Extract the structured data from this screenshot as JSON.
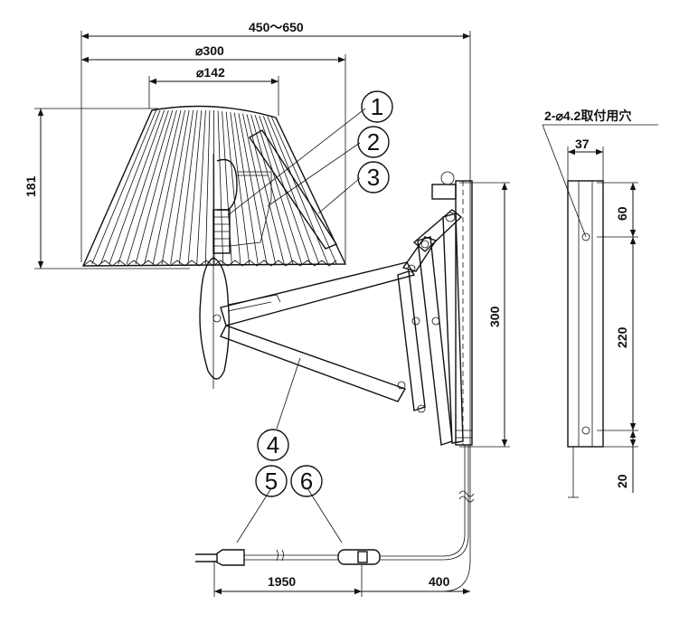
{
  "dimensions": {
    "overall_width": "450〜650",
    "shade_diameter": "⌀300",
    "top_diameter": "⌀142",
    "shade_height": "181",
    "arm_height": "300",
    "cord_length": "1950",
    "cord_offset": "400",
    "plate_width": "37",
    "hole_top": "60",
    "hole_spacing": "220",
    "hole_bottom": "20"
  },
  "mounting_holes_label": "2-⌀4.2取付用穴",
  "callouts": [
    "1",
    "2",
    "3",
    "4",
    "5",
    "6"
  ]
}
